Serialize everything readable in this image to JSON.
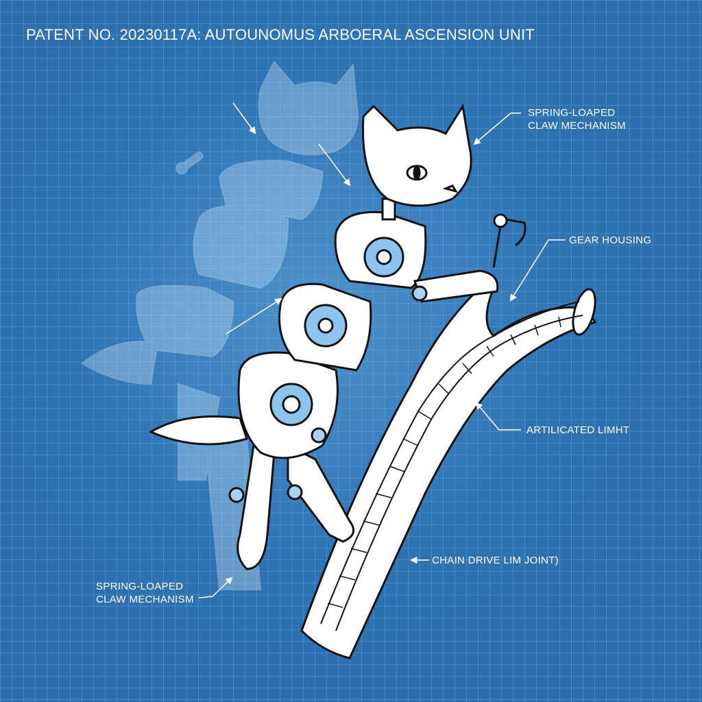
{
  "title": "PATENT NO. 20230117A: AUTOUNOMUS ARBOERAL ASCENSION UNIT",
  "labels": {
    "claw_top": {
      "line1": "SPRING-LOAPED",
      "line2": "CLAW MECHANISM"
    },
    "gear_housing": "GEAR HOUSING",
    "articulated_limb": "ARTILICATED LIMHT",
    "chain_drive": "CHAIN DRIVE LIM JOINT)",
    "claw_bottom": {
      "line1": "SPRING-LOAPED",
      "line2": "CLAW MECHANISM"
    }
  },
  "colors": {
    "background": "#2b6fad",
    "grid": "#78afe1",
    "ink": "#111111",
    "fill": "#ffffff",
    "ghost": "#a9cdee"
  },
  "illustration": {
    "subject": "robotic-cat-climbing-branch",
    "ghost_subject": "exploded-view-cat-blueprint"
  }
}
